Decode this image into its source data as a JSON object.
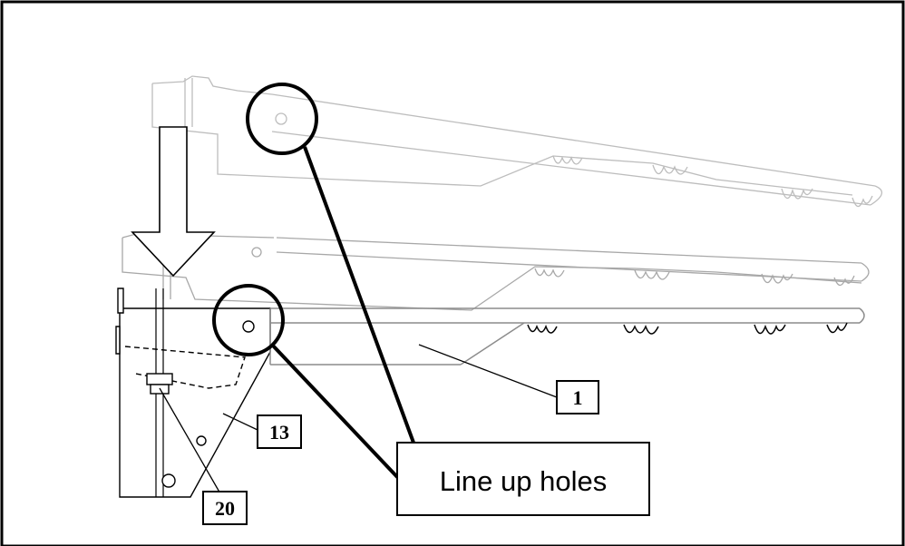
{
  "callout": {
    "text": "Line up holes"
  },
  "part_labels": [
    {
      "id": "p1",
      "text": "1"
    },
    {
      "id": "p13",
      "text": "13"
    },
    {
      "id": "p20",
      "text": "20"
    }
  ],
  "colors": {
    "line": "#000000",
    "ghost": "#b8b8b8",
    "ghost_mid": "#a8a8a8",
    "solid_part": "#9a9a9a",
    "background": "#ffffff"
  }
}
